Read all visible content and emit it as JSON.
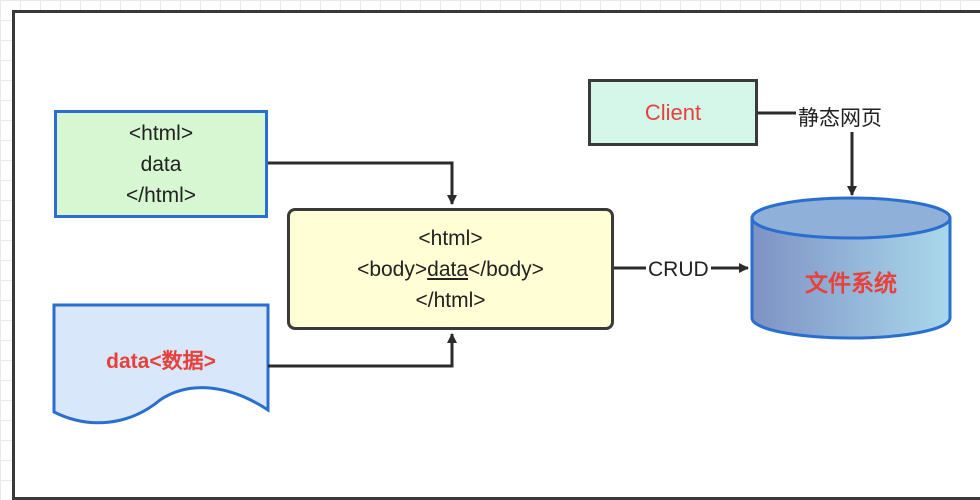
{
  "nodes": {
    "html_box": {
      "line1": "<html>",
      "line2": "data",
      "line3": "</html>"
    },
    "center_box": {
      "line1": "<html>",
      "line2_pre": "<body>",
      "line2_data": "data",
      "line2_post": "</body>",
      "line3": "</html>"
    },
    "client": {
      "label": "Client"
    },
    "data_doc": {
      "label": "data<数据>"
    },
    "file_system": {
      "label": "文件系统"
    }
  },
  "edges": {
    "static_pages": "静态网页",
    "crud": "CRUD"
  },
  "colors": {
    "html_box_fill": "#d6f7d2",
    "center_box_fill": "#fffed4",
    "client_fill": "#d4f7e9",
    "doc_fill": "#d9e7fb",
    "box_border_blue": "#2a6fcf",
    "accent_red": "#e8403a",
    "db_gradient_start": "#7e92c4",
    "db_gradient_end": "#a9d8ec"
  }
}
